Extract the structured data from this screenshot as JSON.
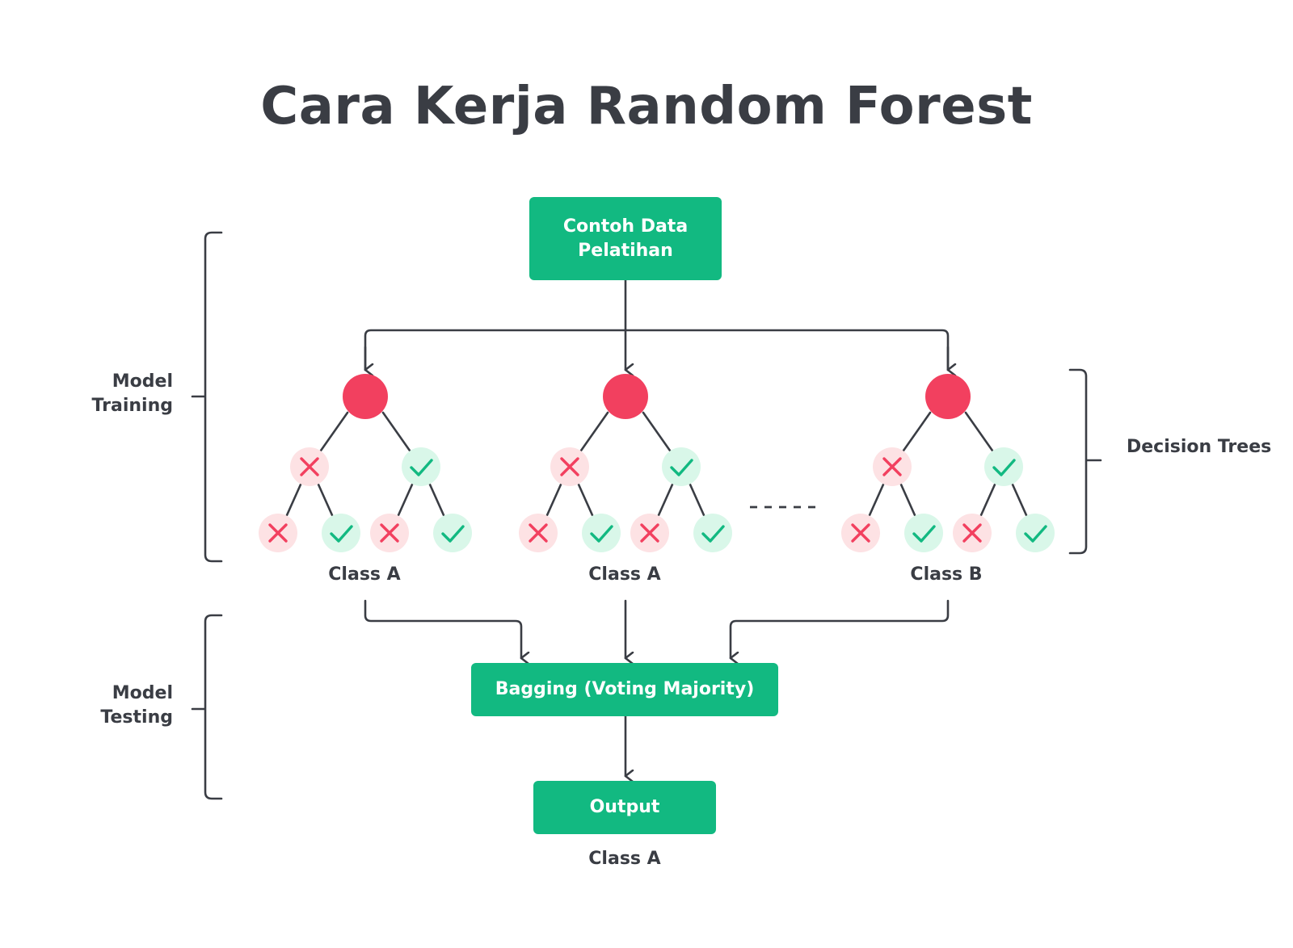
{
  "title": "Cara Kerja Random Forest",
  "boxes": {
    "training_sample": "Contoh Data Pelatihan",
    "bagging": "Bagging (Voting Majority)",
    "output": "Output"
  },
  "side_labels": {
    "model_training": "Model Training",
    "model_testing": "Model Testing",
    "decision_trees": "Decision Trees"
  },
  "tree_classes": [
    "Class A",
    "Class A",
    "Class B"
  ],
  "final_class": "Class A",
  "colors": {
    "box_green": "#12b981",
    "node_red": "#f2405f",
    "cross_bg": "#fde2e4",
    "check_bg": "#d9f7e9",
    "check_green": "#12b981",
    "line": "#3a3d44"
  }
}
